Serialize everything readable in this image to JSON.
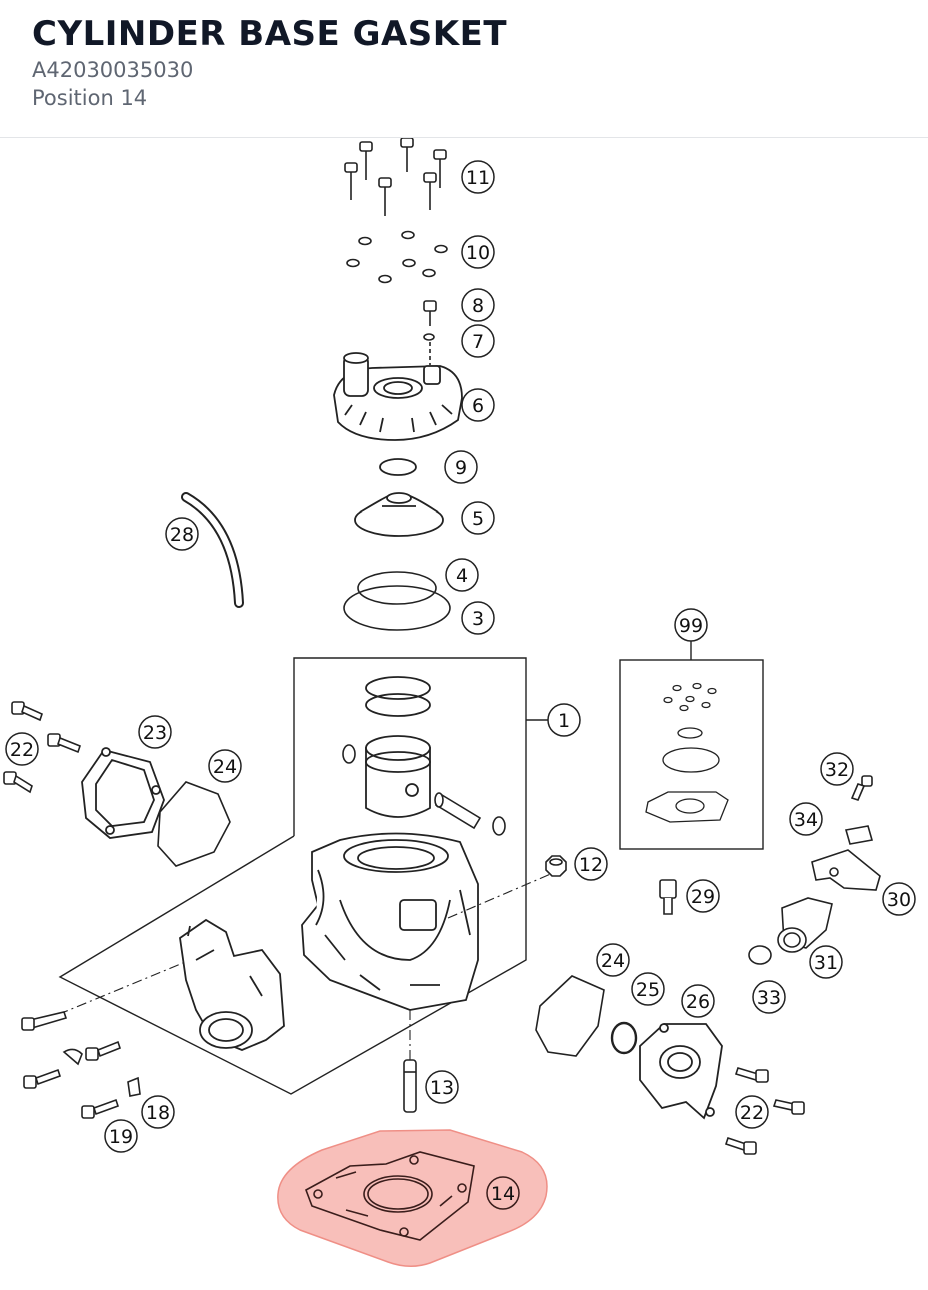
{
  "header": {
    "title": "CYLINDER BASE GASKET",
    "part_number": "A42030035030",
    "position": "Position 14"
  },
  "diagram": {
    "highlight_color": "#f28b82",
    "highlighted_position": "14",
    "callouts": [
      "11",
      "10",
      "8",
      "7",
      "6",
      "9",
      "5",
      "4",
      "3",
      "28",
      "99",
      "1",
      "22",
      "23",
      "24",
      "32",
      "34",
      "30",
      "12",
      "29",
      "31",
      "33",
      "24",
      "25",
      "26",
      "22",
      "13",
      "18",
      "19",
      "14"
    ]
  }
}
